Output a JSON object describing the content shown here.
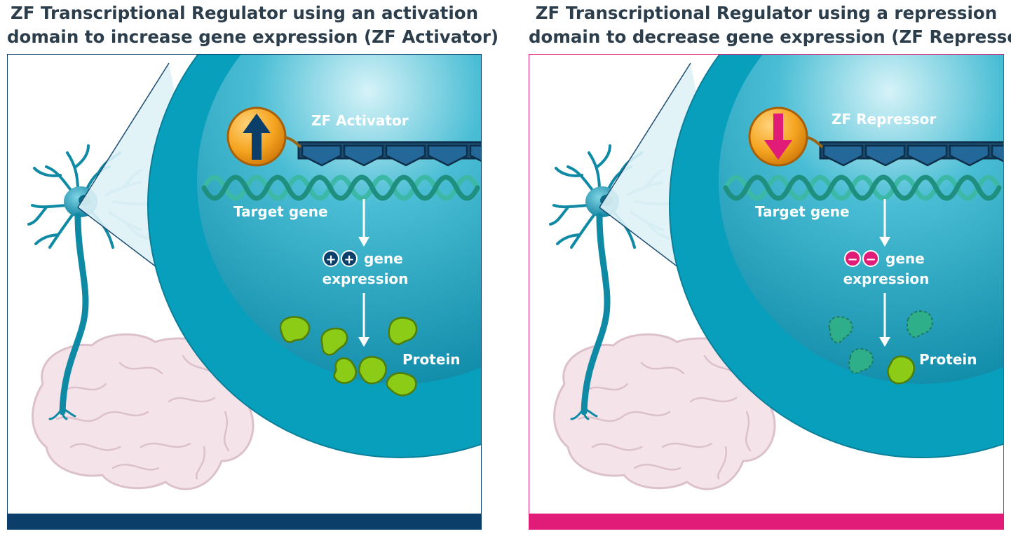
{
  "left_panel": {
    "title_line1": "ZF Transcriptional Regulator using an activation",
    "title_line2": "domain to increase gene expression (ZF Activator)",
    "regulator_label": "ZF Activator",
    "target_label": "Target gene",
    "expression_line1": "gene",
    "expression_line2": "expression",
    "expression_symbol": "+",
    "protein_label": "Protein",
    "accent_color": "#0b3f69"
  },
  "right_panel": {
    "title_line1": "ZF Transcriptional Regulator using a repression",
    "title_line2": "domain to decrease gene expression (ZF Repressor)",
    "regulator_label": "ZF Repressor",
    "target_label": "Target gene",
    "expression_line1": "gene",
    "expression_line2": "expression",
    "expression_symbol": "−",
    "protein_label": "Protein",
    "accent_color": "#e01c78"
  },
  "colors": {
    "nucleus": "#0aa6c2",
    "nucleus_dark": "#087f9c",
    "neuron": "#0f8aa5",
    "dna": "#3bb9a6",
    "zinc_finger": "#1b4c72",
    "protein": "#8ccc16",
    "brain": "#f1dfe6"
  }
}
